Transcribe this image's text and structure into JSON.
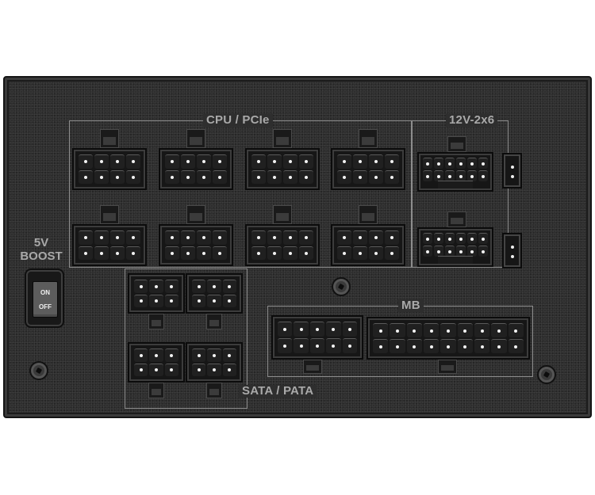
{
  "image": {
    "subject": "Modular power supply rear connector panel",
    "background_color": "#ffffff",
    "panel_color": "#2e2e2e",
    "label_color": "#a9a9a9"
  },
  "sections": {
    "cpu_pcie": {
      "label": "CPU / PCIe",
      "connector_count": 8,
      "pins_per_connector": "2x4"
    },
    "v12_2x6": {
      "label": "12V-2x6",
      "connector_count": 2,
      "pins_per_connector": "2x6 + 4 sense"
    },
    "sata_pata": {
      "label": "SATA / PATA",
      "connector_count": 4,
      "pins_per_connector": "2x3"
    },
    "mb": {
      "label": "MB",
      "connectors": [
        {
          "pins": "2x5"
        },
        {
          "pins": "2x9"
        }
      ]
    }
  },
  "boost": {
    "label_line1": "5V",
    "label_line2": "BOOST",
    "switch_on": "ON",
    "switch_off": "OFF"
  }
}
